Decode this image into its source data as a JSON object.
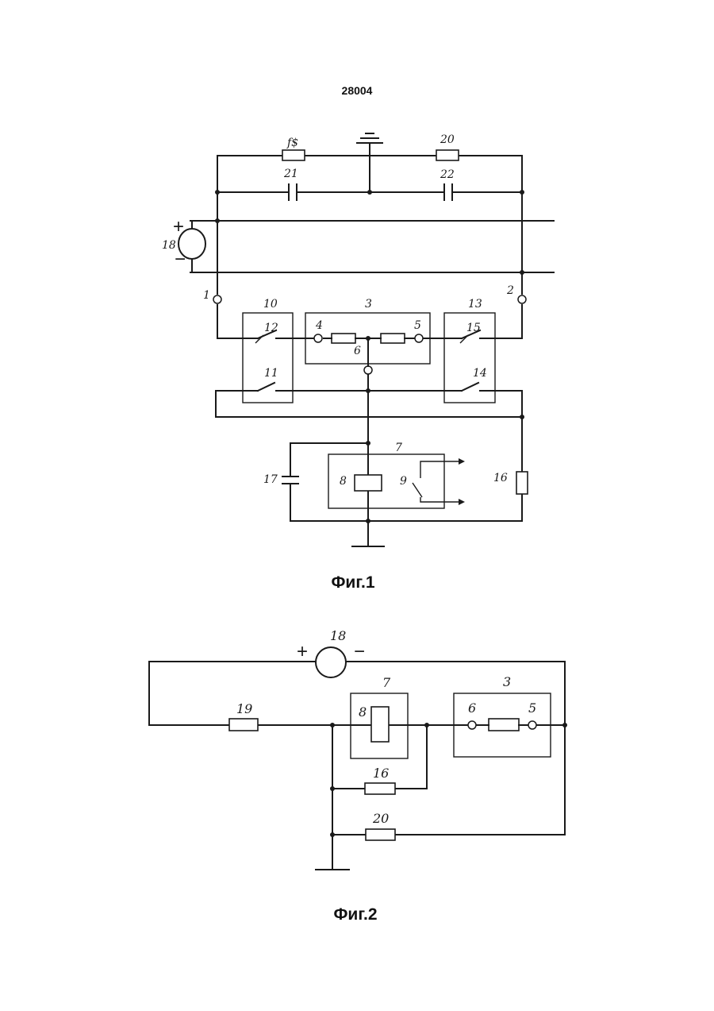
{
  "document": {
    "number": "28004"
  },
  "figure1": {
    "caption": "Фиг.1",
    "labels": {
      "l_f": "f$",
      "l_20": "20",
      "l_21": "21",
      "l_22": "22",
      "l_18": "18",
      "l_plus": "+",
      "l_minus": "−",
      "l_1": "1",
      "l_2": "2",
      "l_10": "10",
      "l_3": "3",
      "l_13": "13",
      "l_12": "12",
      "l_4": "4",
      "l_5": "5",
      "l_15": "15",
      "l_6": "6",
      "l_11": "11",
      "l_14": "14",
      "l_7": "7",
      "l_17": "17",
      "l_8": "8",
      "l_9": "9",
      "l_16": "16"
    }
  },
  "figure2": {
    "caption": "Фиг.2",
    "labels": {
      "l_18": "18",
      "l_plus": "+",
      "l_minus": "−",
      "l_19": "19",
      "l_7": "7",
      "l_8": "8",
      "l_3": "3",
      "l_6": "6",
      "l_5": "5",
      "l_16": "16",
      "l_20": "20"
    }
  }
}
